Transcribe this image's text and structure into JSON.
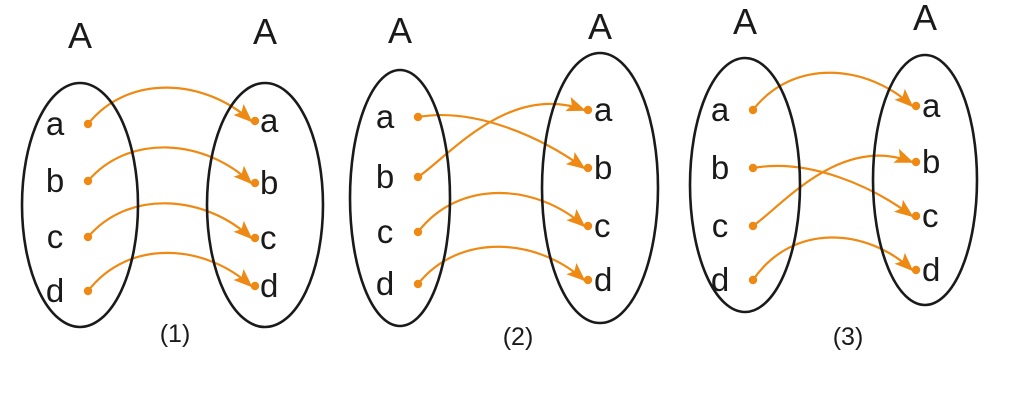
{
  "colors": {
    "arrow": "#EE8A14",
    "ink": "#1a1a1a"
  },
  "diagrams": [
    {
      "caption": "(1)",
      "domain": {
        "label": "A",
        "elements": [
          "a",
          "b",
          "c",
          "d"
        ]
      },
      "codomain": {
        "label": "A",
        "elements": [
          "a",
          "b",
          "c",
          "d"
        ]
      },
      "mapping": [
        {
          "from": "a",
          "to": "a"
        },
        {
          "from": "b",
          "to": "b"
        },
        {
          "from": "c",
          "to": "c"
        },
        {
          "from": "d",
          "to": "d"
        }
      ]
    },
    {
      "caption": "(2)",
      "domain": {
        "label": "A",
        "elements": [
          "a",
          "b",
          "c",
          "d"
        ]
      },
      "codomain": {
        "label": "A",
        "elements": [
          "a",
          "b",
          "c",
          "d"
        ]
      },
      "mapping": [
        {
          "from": "a",
          "to": "b"
        },
        {
          "from": "b",
          "to": "a"
        },
        {
          "from": "c",
          "to": "c"
        },
        {
          "from": "d",
          "to": "d"
        }
      ]
    },
    {
      "caption": "(3)",
      "domain": {
        "label": "A",
        "elements": [
          "a",
          "b",
          "c",
          "d"
        ]
      },
      "codomain": {
        "label": "A",
        "elements": [
          "a",
          "b",
          "c",
          "d"
        ]
      },
      "mapping": [
        {
          "from": "a",
          "to": "a"
        },
        {
          "from": "b",
          "to": "c"
        },
        {
          "from": "c",
          "to": "b"
        },
        {
          "from": "d",
          "to": "d"
        }
      ]
    }
  ]
}
